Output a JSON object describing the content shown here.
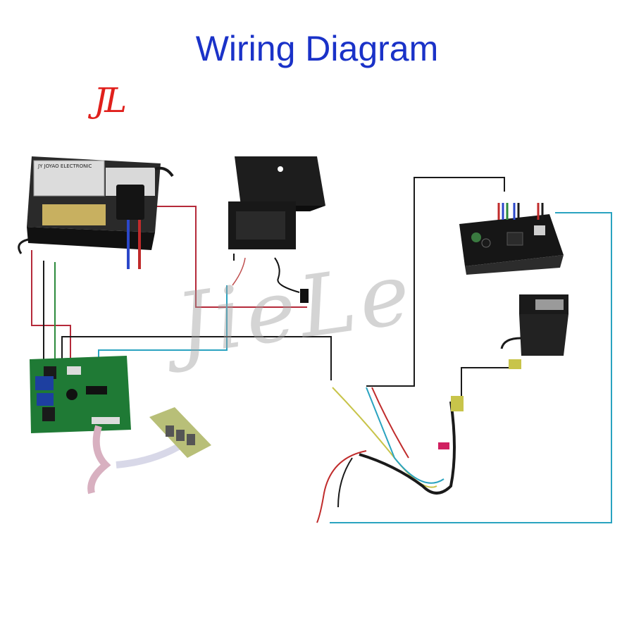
{
  "title": "Wiring Diagram",
  "logo_text": "JL",
  "watermark_text": "JieLe",
  "power_supply_label": "JY JOYAO ELECTRONIC",
  "colors": {
    "title": "#1a32c8",
    "logo": "#e0201c",
    "wire_red": "#b52a3a",
    "wire_black": "#1a1a1a",
    "wire_teal": "#2aa3c0",
    "wire_green": "#2c8a3c",
    "pcb_green": "#1f7a35",
    "device_black": "#1d1d1d"
  }
}
